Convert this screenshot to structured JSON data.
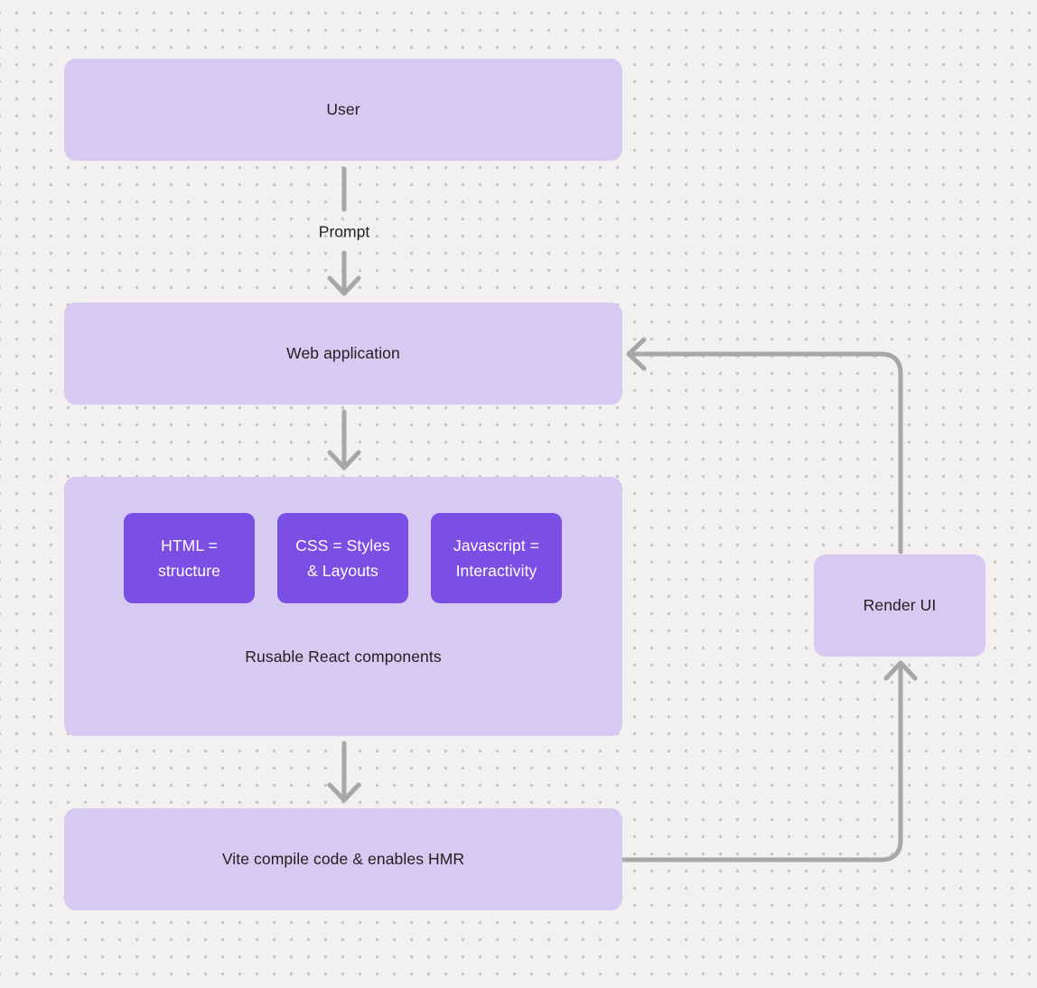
{
  "canvas": {
    "background_color": "#f2f1ef",
    "dot_color": "#c6c5c3",
    "node_fill_color": "#d6c9f2",
    "component_fill_color": "#7c4fe4",
    "component_text_color": "#ffffff",
    "connector_color": "#a7a7a7",
    "text_color": "#212121"
  },
  "nodes": {
    "user": {
      "label": "User"
    },
    "web_application": {
      "label": "Web application"
    },
    "components_group": {
      "caption": "Rusable React components",
      "items": [
        {
          "line1": "HTML =",
          "line2": "structure"
        },
        {
          "line1": "CSS = Styles",
          "line2": "& Layouts"
        },
        {
          "line1": "Javascript =",
          "line2": "Interactivity"
        }
      ]
    },
    "vite": {
      "label": "Vite compile code & enables HMR"
    },
    "render_ui": {
      "label": "Render UI"
    }
  },
  "edges": {
    "prompt_label": "Prompt"
  }
}
